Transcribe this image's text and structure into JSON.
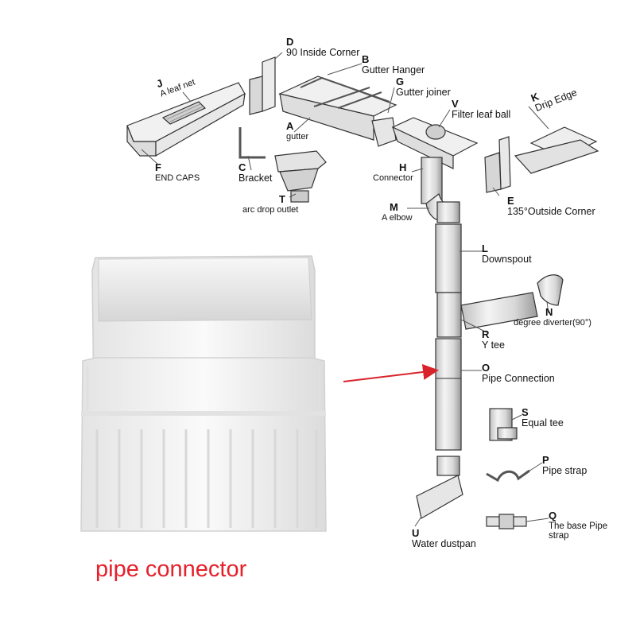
{
  "colors": {
    "caption": "#e5202a",
    "arrow": "#d9232b",
    "part_outline": "#333333",
    "leader": "#555555"
  },
  "product": {
    "caption": "pipe connector",
    "icon": "pipe-connector-photo"
  },
  "parts": [
    {
      "key": "D",
      "code": "D",
      "name": "90 Inside Corner"
    },
    {
      "key": "B",
      "code": "B",
      "name": "Gutter Hanger"
    },
    {
      "key": "G",
      "code": "G",
      "name": "Gutter joiner"
    },
    {
      "key": "J",
      "code": "J",
      "name": "A leaf net"
    },
    {
      "key": "V",
      "code": "V",
      "name": "Filter leaf ball"
    },
    {
      "key": "K",
      "code": "K",
      "name": "Drip Edge"
    },
    {
      "key": "A",
      "code": "A",
      "name": "gutter"
    },
    {
      "key": "F",
      "code": "F",
      "name": "END CAPS"
    },
    {
      "key": "C",
      "code": "C",
      "name": "Bracket"
    },
    {
      "key": "H",
      "code": "H",
      "name": "Connector"
    },
    {
      "key": "E",
      "code": "E",
      "name": "135°Outside Corner"
    },
    {
      "key": "T",
      "code": "T",
      "name": "arc drop outlet"
    },
    {
      "key": "M",
      "code": "M",
      "name": "A elbow"
    },
    {
      "key": "L",
      "code": "L",
      "name": "Downspout"
    },
    {
      "key": "N",
      "code": "N",
      "name": "degree diverter(90°)"
    },
    {
      "key": "R",
      "code": "R",
      "name": "Y tee"
    },
    {
      "key": "O",
      "code": "O",
      "name": "Pipe Connection"
    },
    {
      "key": "S",
      "code": "S",
      "name": "Equal tee"
    },
    {
      "key": "P",
      "code": "P",
      "name": "Pipe strap"
    },
    {
      "key": "Q",
      "code": "Q",
      "name": "The base Pipe strap"
    },
    {
      "key": "U",
      "code": "U",
      "name": "Water dustpan"
    }
  ]
}
